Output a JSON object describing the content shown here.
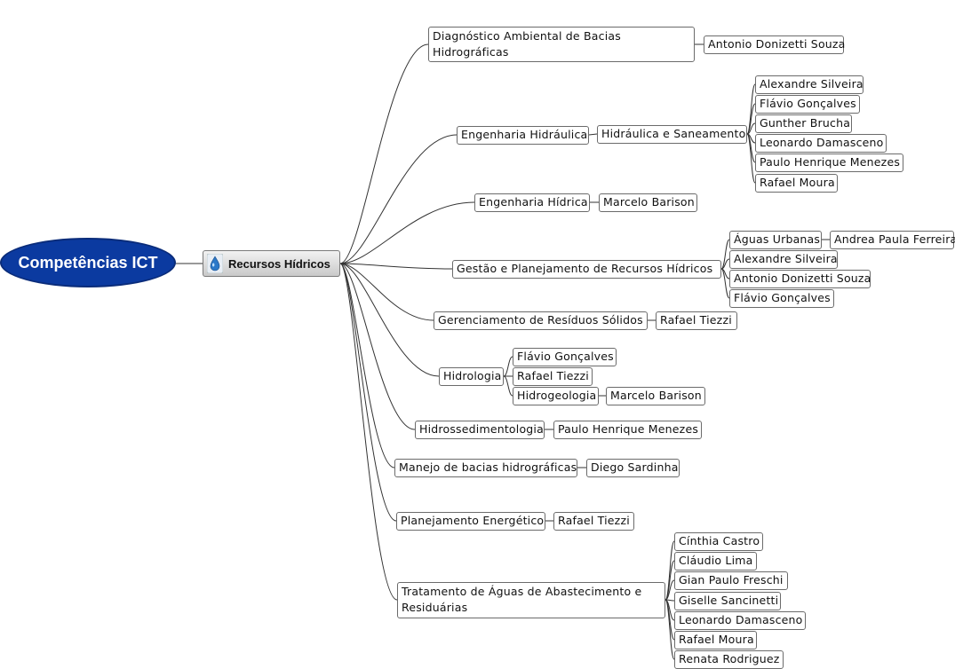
{
  "root": {
    "label": "Competências ICT"
  },
  "hub": {
    "label": "Recursos Hídricos",
    "icon": "water-drop-icon"
  },
  "nodes": {
    "diag": "Diagnóstico Ambiental de Bacias Hidrográficas",
    "diag_c0": "Antonio Donizetti Souza",
    "eng_hid": "Engenharia Hidráulica",
    "hid_san": "Hidráulica e Saneamento",
    "hs_c0": "Alexandre Silveira",
    "hs_c1": "Flávio Gonçalves",
    "hs_c2": "Gunther Brucha",
    "hs_c3": "Leonardo Damasceno",
    "hs_c4": "Paulo Henrique Menezes",
    "hs_c5": "Rafael Moura",
    "eng_hidr": "Engenharia Hídrica",
    "eh_c0": "Marcelo Barison",
    "gest": "Gestão e Planejamento de Recursos Hídricos",
    "aguas_urb": "Águas Urbanas",
    "au_c0": "Andrea Paula Ferreira",
    "gp_c1": "Alexandre Silveira",
    "gp_c2": "Antonio Donizetti Souza",
    "gp_c3": "Flávio Gonçalves",
    "ger": "Gerenciamento de Resíduos Sólidos",
    "ger_c0": "Rafael Tiezzi",
    "hidro": "Hidrologia",
    "hd_c0": "Flávio Gonçalves",
    "hd_c1": "Rafael Tiezzi",
    "hidrogeo": "Hidrogeologia",
    "hg_c0": "Marcelo Barison",
    "hsed": "Hidrossedimentologia",
    "hsed_c0": "Paulo Henrique Menezes",
    "manejo": "Manejo de bacias hidrográficas",
    "mj_c0": "Diego Sardinha",
    "plan": "Planejamento Energético",
    "pl_c0": "Rafael Tiezzi",
    "trat": "Tratamento de Águas de Abastecimento e Residuárias",
    "tr_c0": "Cínthia Castro",
    "tr_c1": "Cláudio Lima",
    "tr_c2": "Gian Paulo Freschi",
    "tr_c3": "Giselle Sancinetti",
    "tr_c4": "Leonardo Damasceno",
    "tr_c5": "Rafael Moura",
    "tr_c6": "Renata Rodriguez"
  },
  "colors": {
    "root_fill": "#0b3aa0",
    "line": "#333333",
    "node_border": "#6b6b6b"
  }
}
